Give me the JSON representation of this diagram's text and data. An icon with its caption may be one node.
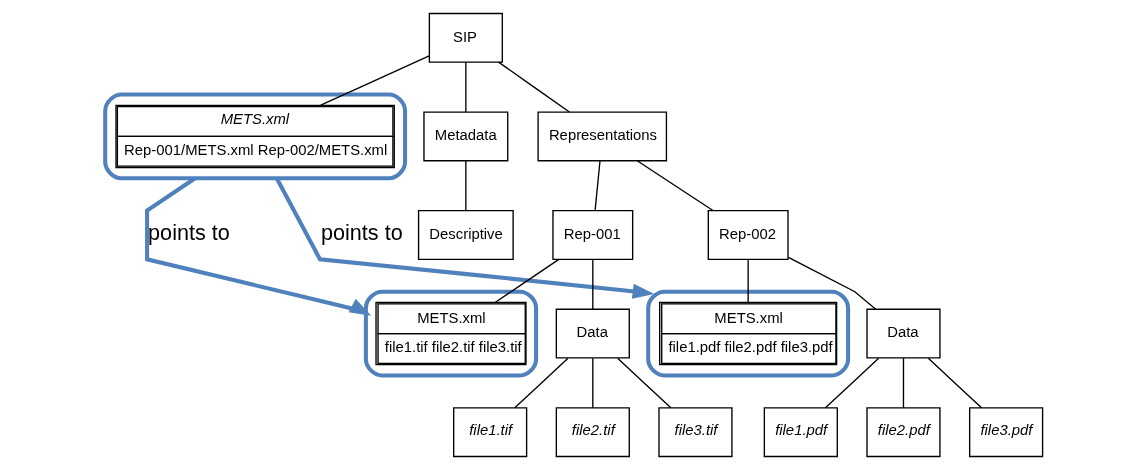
{
  "diagram": {
    "nodes": [
      {
        "text": [
          "SIP"
        ]
      },
      {
        "text": [],
        "shape": "box"
      },
      {
        "text": [
          "METS.xml",
          "Rep-001/METS.xml Rep-002/METS.xml"
        ],
        "in": 1
      },
      {
        "text": [
          "Metadata"
        ]
      },
      {
        "text": [
          "Descriptive"
        ]
      },
      {
        "text": [
          "Representations"
        ]
      },
      {
        "text": [
          "Rep-001"
        ]
      },
      {
        "text": [],
        "shape": "box"
      },
      {
        "text": [
          "METS.xml",
          "file1.tif file2.tif file3.tif"
        ],
        "in": 7
      },
      {
        "text": [
          "Data"
        ]
      },
      {
        "text": [
          "file1.tif"
        ]
      },
      {
        "text": [
          "file2.tif"
        ]
      },
      {
        "text": [
          "file3.tif"
        ]
      },
      {
        "text": [
          "Rep-002"
        ]
      },
      {
        "text": [],
        "shape": "box"
      },
      {
        "text": [
          "METS.xml",
          "file1.pdf file2.pdf file3.pdf"
        ],
        "in": 14
      },
      {
        "text": [
          "Data"
        ]
      },
      {
        "text": [
          "file1.pdf"
        ]
      },
      {
        "text": [
          "file2.pdf"
        ]
      },
      {
        "text": [
          "file3.pdf"
        ]
      }
    ],
    "edges": [
      {
        "from": 0,
        "to": 2,
        "arrow": "none"
      },
      {
        "from": 0,
        "to": 3,
        "arrow": "none"
      },
      {
        "from": 3,
        "to": 4,
        "arrow": "none"
      },
      {
        "from": 0,
        "to": 5,
        "arrow": "none"
      },
      {
        "from": 5,
        "to": 6,
        "arrow": "none"
      },
      {
        "from": 5,
        "to": 13,
        "arrow": "none"
      },
      {
        "from": 6,
        "to": 8,
        "arrow": "none"
      },
      {
        "from": 6,
        "to": 9,
        "arrow": "none"
      },
      {
        "from": 9,
        "to": 10,
        "arrow": "none"
      },
      {
        "from": 9,
        "to": 11,
        "arrow": "none"
      },
      {
        "from": 9,
        "to": 12,
        "arrow": "none"
      },
      {
        "from": 13,
        "to": 15,
        "arrow": "none"
      },
      {
        "from": 13,
        "to": 16,
        "arrow": "none"
      },
      {
        "from": 16,
        "to": 17,
        "arrow": "none"
      },
      {
        "from": 16,
        "to": 18,
        "arrow": "none"
      },
      {
        "from": 16,
        "to": 19,
        "arrow": "none"
      },
      {
        "from": 1,
        "to": 7,
        "arrow": "to",
        "label": "points to",
        "style": "thick",
        "color": "#4f81bd"
      },
      {
        "from": 1,
        "to": 14,
        "arrow": "to",
        "label": "points to",
        "style": "thick",
        "color": "#4f81bd"
      }
    ]
  }
}
